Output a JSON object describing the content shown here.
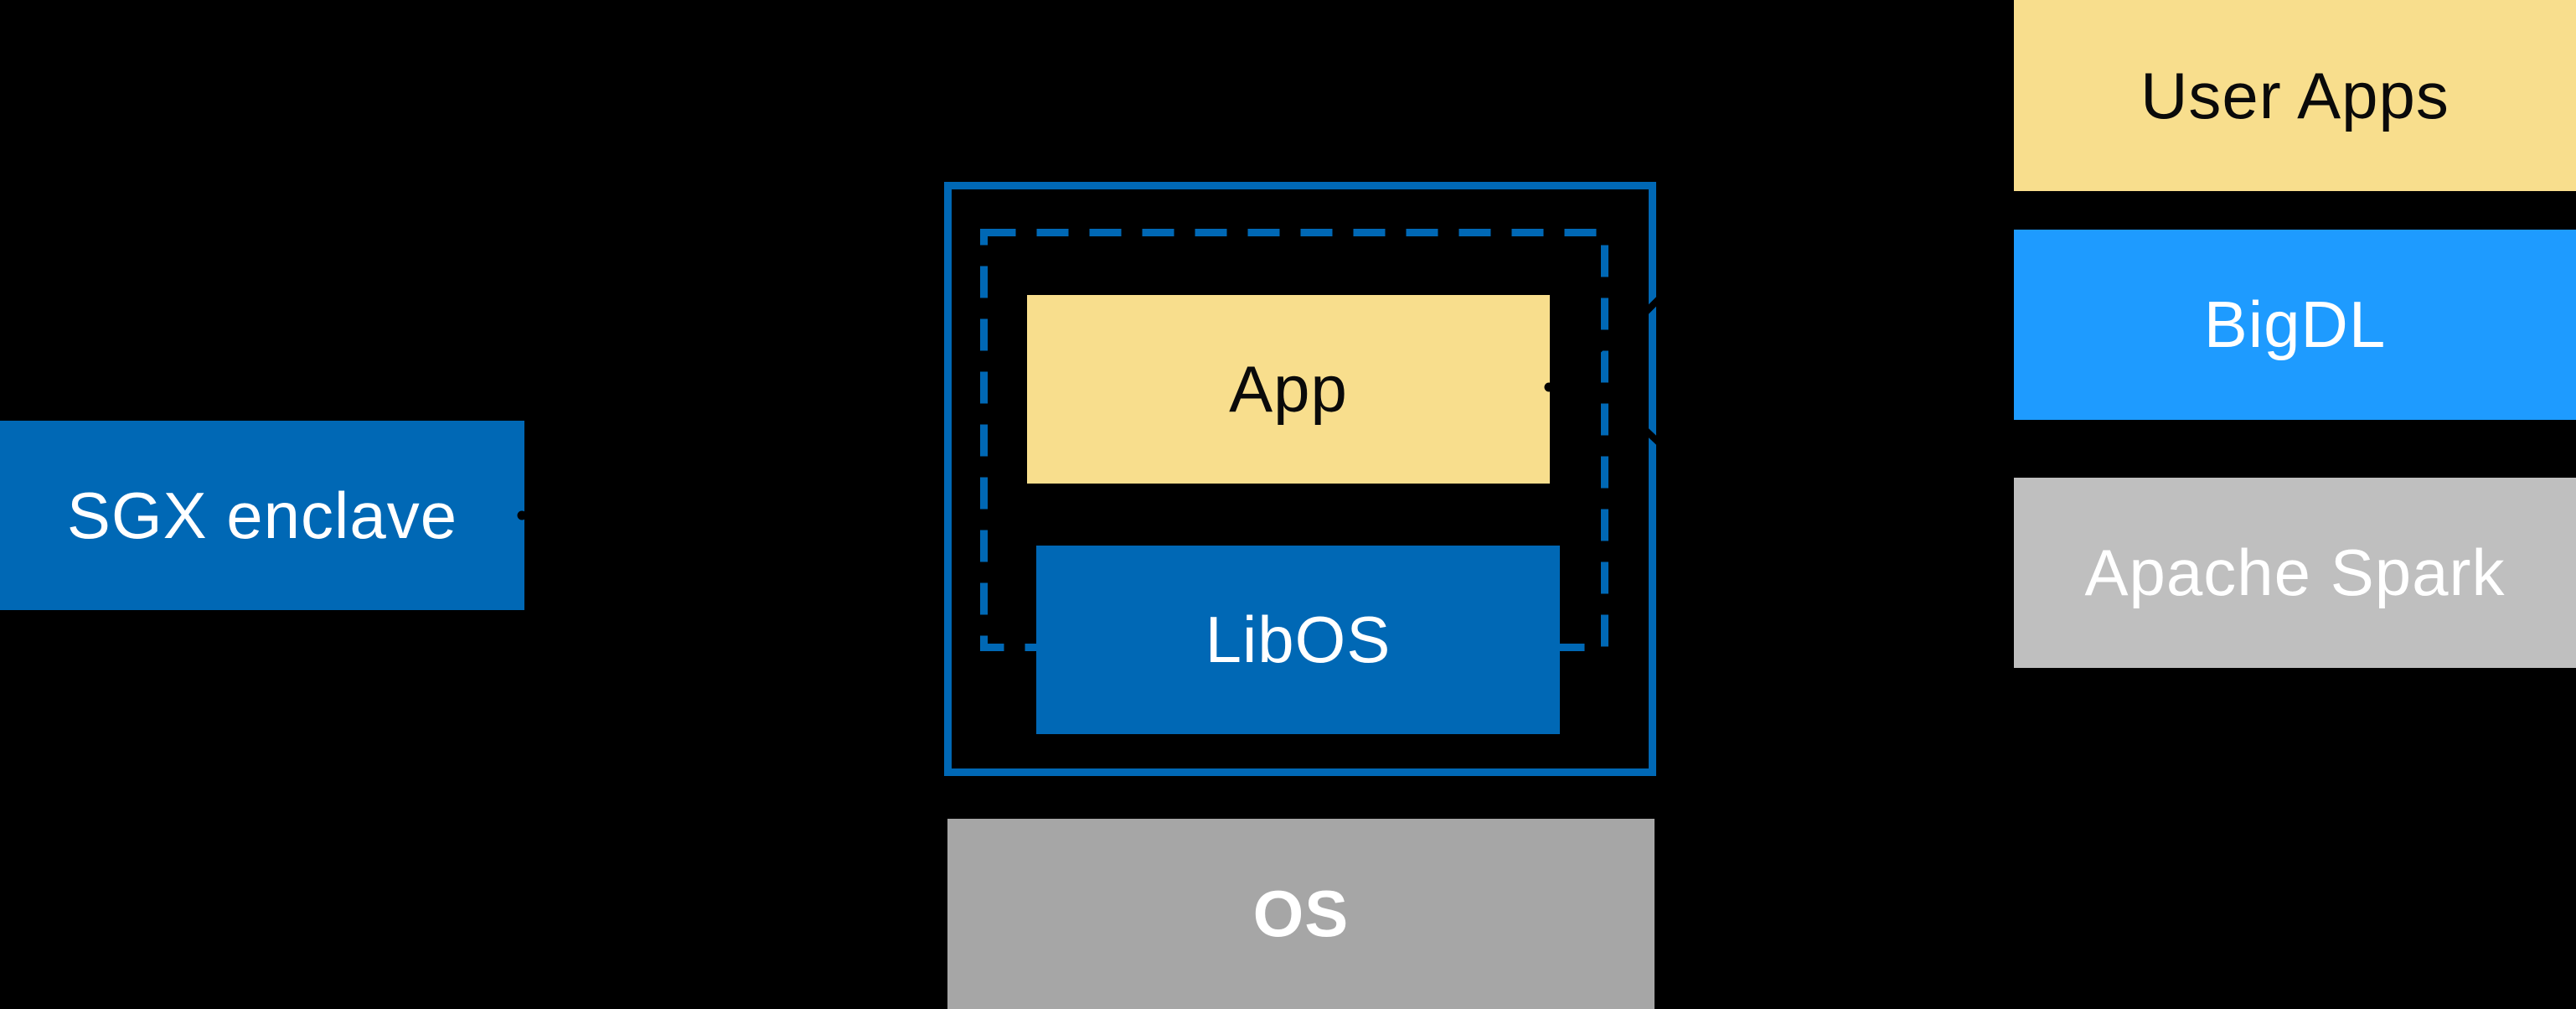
{
  "colors": {
    "background": "#000000",
    "intel_blue": "#0068B5",
    "bright_blue": "#1E9BFF",
    "yellow": "#F8DE8D",
    "os_gray": "#A6A6A6",
    "spark_gray": "#BFBFBF",
    "mark_black": "#000000",
    "text_light": "#FFFFFF",
    "text_dark": "#0A0A0A"
  },
  "sgx_box": {
    "label": "SGX enclave"
  },
  "host": {
    "app": {
      "label": "App"
    },
    "libos": {
      "label": "LibOS"
    },
    "os": {
      "label": "OS"
    }
  },
  "stack": {
    "user_apps": {
      "label": "User Apps"
    },
    "bigdl": {
      "label": "BigDL"
    },
    "apache_spark": {
      "label": "Apache Spark"
    }
  }
}
